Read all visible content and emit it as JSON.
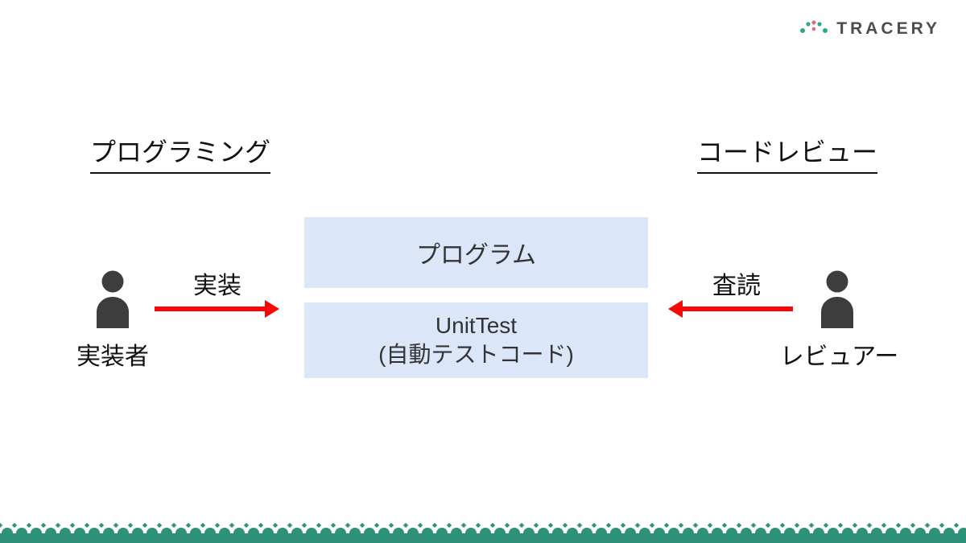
{
  "logo": {
    "name": "TRACERY"
  },
  "sections": {
    "left_title": "プログラミング",
    "right_title": "コードレビュー"
  },
  "diagram": {
    "program_box": "プログラム",
    "unittest_box_line1": "UnitTest",
    "unittest_box_line2": "(自動テストコード)",
    "left_actor": "実装者",
    "right_actor": "レビュアー",
    "left_arrow_label": "実装",
    "right_arrow_label": "査読"
  },
  "colors": {
    "box_fill": "#dbe6f8",
    "arrow_red": "#f40808",
    "lace_teal": "#2f9178",
    "person_gray": "#3d3d3d",
    "logo_teal": "#2fa58a",
    "logo_pink": "#e8637a"
  }
}
